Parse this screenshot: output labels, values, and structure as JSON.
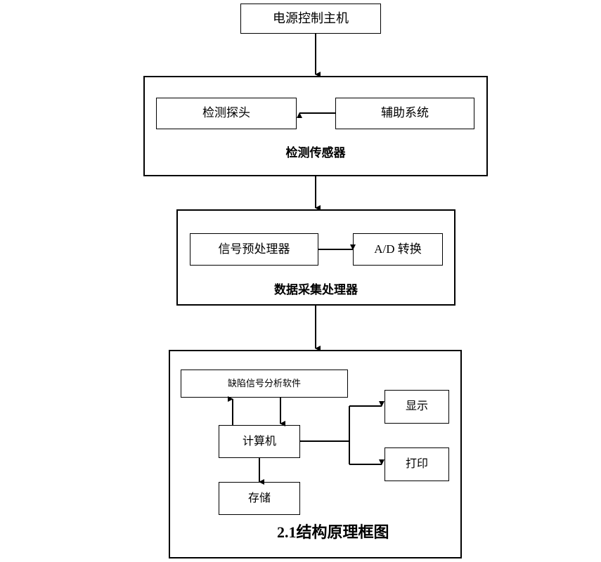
{
  "diagram": {
    "caption": "2.1结构原理框图",
    "colors": {
      "stroke": "#000000",
      "background": "#ffffff",
      "text": "#000000"
    },
    "nodes": {
      "power_host": "电源控制主机",
      "detect_probe": "检测探头",
      "aux_system": "辅助系统",
      "sensor_group": "检测传感器",
      "signal_preprocessor": "信号预处理器",
      "ad_convert": "A/D 转换",
      "daq_group": "数据采集处理器",
      "defect_software": "缺陷信号分析软件",
      "computer": "计算机",
      "storage": "存储",
      "display": "显示",
      "print": "打印"
    },
    "edges": [
      {
        "from": "电源控制主机",
        "to": "检测传感器",
        "direction": "down"
      },
      {
        "from": "辅助系统",
        "to": "检测探头",
        "direction": "left"
      },
      {
        "from": "检测传感器",
        "to": "数据采集处理器",
        "direction": "down"
      },
      {
        "from": "信号预处理器",
        "to": "A/D 转换",
        "direction": "right"
      },
      {
        "from": "数据采集处理器",
        "to": "缺陷信号分析软件组",
        "direction": "down"
      },
      {
        "from": "计算机",
        "to": "缺陷信号分析软件",
        "direction": "up"
      },
      {
        "from": "缺陷信号分析软件",
        "to": "计算机",
        "direction": "down"
      },
      {
        "from": "计算机",
        "to": "存储",
        "direction": "down"
      },
      {
        "from": "计算机",
        "to": "显示",
        "direction": "right"
      },
      {
        "from": "计算机",
        "to": "打印",
        "direction": "right"
      }
    ]
  }
}
